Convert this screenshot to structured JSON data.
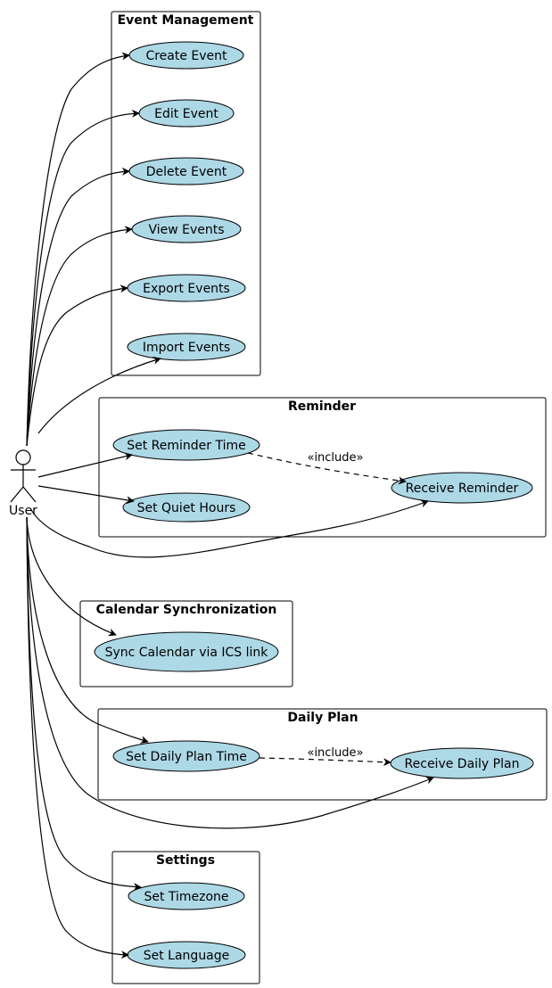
{
  "actor": {
    "name": "User"
  },
  "packages": [
    {
      "title": "Event Management",
      "use_cases": [
        "Create Event",
        "Edit Event",
        "Delete Event",
        "View Events",
        "Export Events",
        "Import Events"
      ]
    },
    {
      "title": "Reminder",
      "use_cases": [
        "Set Reminder Time",
        "Set Quiet Hours",
        "Receive Reminder"
      ]
    },
    {
      "title": "Calendar Synchronization",
      "use_cases": [
        "Sync Calendar via ICS link"
      ]
    },
    {
      "title": "Daily Plan",
      "use_cases": [
        "Set Daily Plan Time",
        "Receive Daily Plan"
      ]
    },
    {
      "title": "Settings",
      "use_cases": [
        "Set Timezone",
        "Set Language"
      ]
    }
  ],
  "relations": [
    {
      "type": "include",
      "label": "«include»",
      "from": "Set Reminder Time",
      "to": "Receive Reminder"
    },
    {
      "type": "include",
      "label": "«include»",
      "from": "Set Daily Plan Time",
      "to": "Receive Daily Plan"
    }
  ]
}
